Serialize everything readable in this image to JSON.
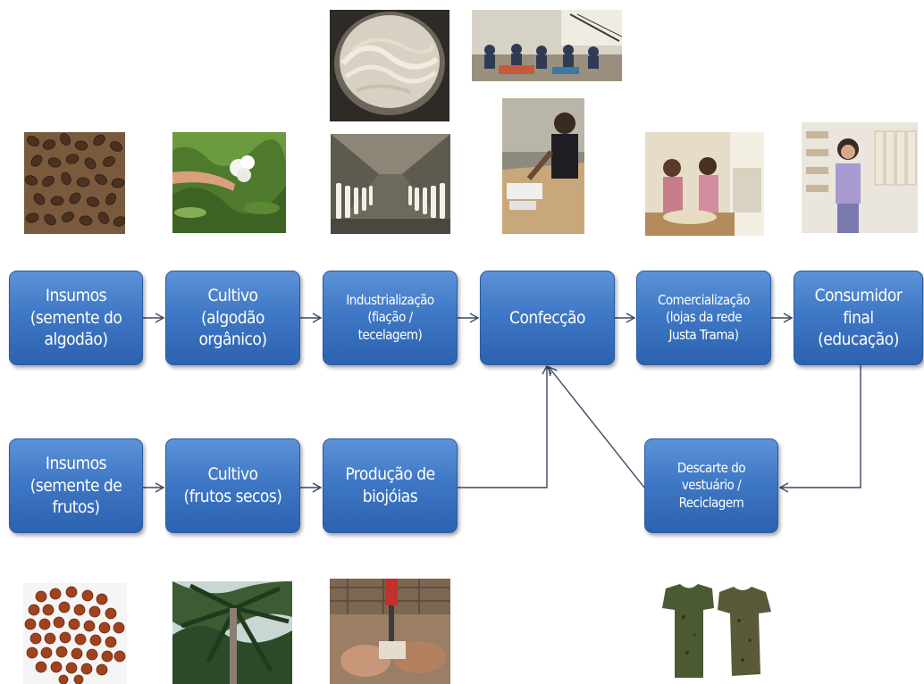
{
  "diagram": {
    "nodes": {
      "insumos_algodao": "Insumos\n(semente do\nalgodão)",
      "cultivo_algodao": "Cultivo\n(algodão\norgânico)",
      "industrializacao": "Industrialização\n(fiação /\ntecelagem)",
      "confeccao": "Confecção",
      "comercializacao": "Comercialização\n(lojas da rede\nJusta Trama)",
      "consumidor_final": "Consumidor\nfinal\n(educação)",
      "insumos_frutos": "Insumos\n(semente de\nfrutos)",
      "cultivo_frutos": "Cultivo\n(frutos secos)",
      "producao_biojoias": "Produção de\nbiojóias",
      "descarte": "Descarte do\nvestuário /\nReciclagem"
    },
    "colors": {
      "box_fill": "#3f78c6",
      "box_border": "#2a5ba3",
      "arrow": "#3a4a5e"
    }
  },
  "photos": [
    {
      "name": "cotton-seeds-photo"
    },
    {
      "name": "cotton-picking-photo"
    },
    {
      "name": "yarn-spool-photo"
    },
    {
      "name": "spinning-mill-photo"
    },
    {
      "name": "sewing-workshop-photo"
    },
    {
      "name": "seamstress-cutting-photo"
    },
    {
      "name": "store-shopping-photo"
    },
    {
      "name": "store-consumer-photo"
    },
    {
      "name": "fruit-seeds-photo"
    },
    {
      "name": "palm-tree-photo"
    },
    {
      "name": "jewelry-drilling-photo"
    },
    {
      "name": "worn-shirts-photo"
    }
  ]
}
